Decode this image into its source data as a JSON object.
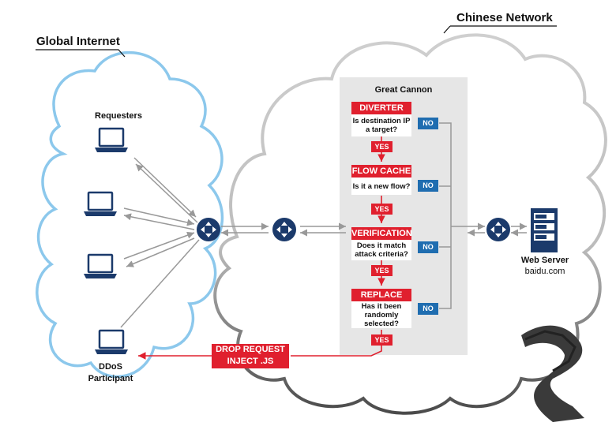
{
  "labels": {
    "global_internet": "Global Internet",
    "chinese_network": "Chinese Network",
    "great_cannon": "Great Cannon",
    "requesters": "Requesters",
    "ddos_participant": "DDoS\nParticipant",
    "web_server": "Web Server",
    "web_server_domain": "baidu.com",
    "drop_request": "DROP REQUEST\nINJECT .JS"
  },
  "steps": [
    {
      "title": "DIVERTER",
      "question": "Is destination IP a target?",
      "no": "NO",
      "yes": "YES"
    },
    {
      "title": "FLOW CACHE",
      "question": "Is it a new flow?",
      "no": "NO",
      "yes": "YES"
    },
    {
      "title": "VERIFICATION",
      "question": "Does it match attack criteria?",
      "no": "NO",
      "yes": "YES"
    },
    {
      "title": "REPLACE",
      "question": "Has it been randomly selected?",
      "no": "NO",
      "yes": "YES"
    }
  ],
  "colors": {
    "global_cloud": "#8cc8ec",
    "chinese_cloud_top": "#cccccc",
    "chinese_cloud_bottom": "#555555",
    "panel": "#e6e6e6",
    "red": "#e0202e",
    "blue": "#1f6db0",
    "navy": "#1b3a6b",
    "arrow_gray": "#999999"
  },
  "icons": [
    "laptop-icon",
    "router-icon",
    "server-icon",
    "great-wall-icon"
  ]
}
